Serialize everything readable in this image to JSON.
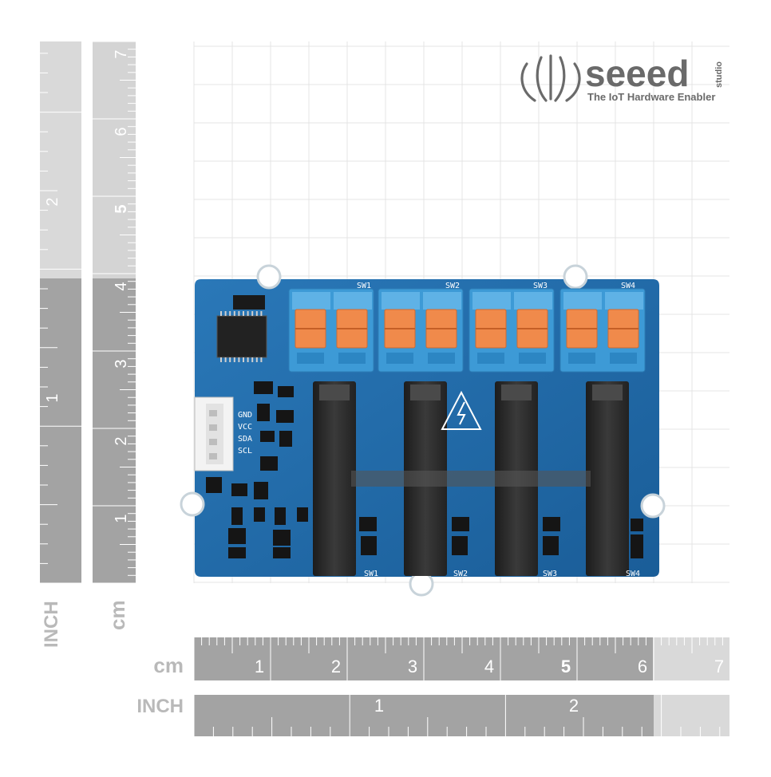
{
  "brand": {
    "name": "seeed",
    "suffix": "studio",
    "tagline": "The IoT Hardware Enabler",
    "logo_icon": "seeed-leaf-logo-icon",
    "text_color": "#6a6a6a"
  },
  "rulers": {
    "vertical_cm_ticks": [
      "7",
      "6",
      "5",
      "4",
      "3",
      "2",
      "1"
    ],
    "vertical_inch_ticks": [
      "2",
      "1"
    ],
    "vertical_cm_unit": "cm",
    "vertical_inch_unit": "INCH",
    "horizontal_cm_ticks": [
      "1",
      "2",
      "3",
      "4",
      "5",
      "6",
      "7"
    ],
    "horizontal_inch_ticks": [
      "1",
      "2"
    ],
    "horizontal_cm_unit": "cm",
    "horizontal_inch_unit": "INCH",
    "ruler_dark": "#a4a4a4",
    "ruler_light": "#d8d8d8"
  },
  "board": {
    "pcb_color": "#1f6aa8",
    "terminal_color": "#3d9ad6",
    "lever_color": "#f08a4b",
    "relay_color": "#2b2b2b",
    "connector_labels": [
      "GND",
      "VCC",
      "SDA",
      "SCL"
    ],
    "switch_labels_top": [
      "SW1",
      "SW2",
      "SW3",
      "SW4"
    ],
    "switch_labels_bottom": [
      "SW1",
      "SW2",
      "SW3",
      "SW4"
    ],
    "warning_icon": "high-voltage-warning-icon"
  }
}
